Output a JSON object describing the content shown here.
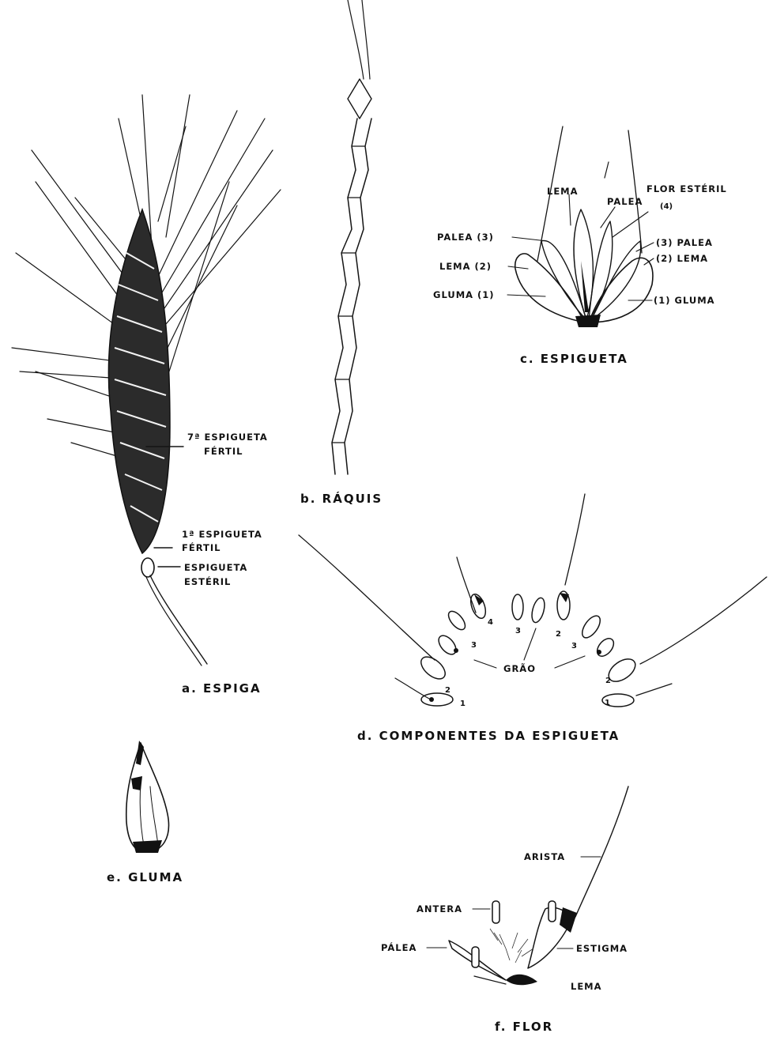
{
  "panels": {
    "espiga": {
      "caption": "a. ESPIGA",
      "labels": {
        "fertil_7": "7ª ESPIGUETA",
        "fertil_7b": "FÉRTIL",
        "fertil_1": "1ª ESPIGUETA",
        "fertil_1b": "FÉRTIL",
        "esteril": "ESPIGUETA",
        "esterilb": "ESTÉRIL"
      }
    },
    "raquis": {
      "caption": "b. RÁQUIS"
    },
    "espigueta": {
      "caption": "c. ESPIGUETA",
      "labels": {
        "lema_top": "LEMA",
        "palea_top": "PALEA",
        "flor_esteril": "FLOR ESTÉRIL",
        "flor_esteril_num": "(4)",
        "palea_left": "PALEA (3)",
        "lema_left": "LEMA (2)",
        "gluma_left": "GLUMA (1)",
        "palea_right": "(3) PALEA",
        "lema_right": "(2) LEMA",
        "gluma_right": "(1) GLUMA"
      }
    },
    "componentes": {
      "caption": "d. COMPONENTES DA ESPIGUETA",
      "grao": "GRÃO",
      "numbers": [
        "1",
        "2",
        "3",
        "4",
        "3",
        "2",
        "3",
        "2",
        "1"
      ]
    },
    "gluma": {
      "caption": "e. GLUMA"
    },
    "flor": {
      "caption": "f. FLOR",
      "labels": {
        "arista": "ARISTA",
        "antera": "ANTERA",
        "palea": "PÁLEA",
        "estigma": "ESTIGMA",
        "lema": "LEMA"
      }
    }
  }
}
